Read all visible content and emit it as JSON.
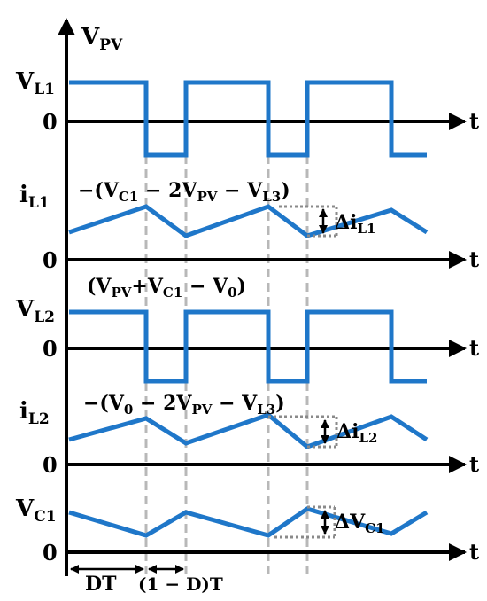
{
  "labels": {
    "vpv_main": "V",
    "vpv_sub": "PV",
    "t": "t",
    "zero": "0",
    "vl1_main": "V",
    "vl1_sub": "L1",
    "il1_main": "i",
    "il1_sub": "L1",
    "vl2_main": "V",
    "vl2_sub": "L2",
    "il2_main": "i",
    "il2_sub": "L2",
    "vc1_main": "V",
    "vc1_sub": "C1",
    "eq1_a": "−(V",
    "eq1_s1": "C1",
    "eq1_b": " − 2V",
    "eq1_s2": "PV",
    "eq1_c": " − V",
    "eq1_s3": "L3",
    "eq1_d": ")",
    "eq2_a": "(V",
    "eq2_s1": "PV",
    "eq2_b": "+V",
    "eq2_s2": "C1",
    "eq2_c": " − V",
    "eq2_s3": "0",
    "eq2_d": ")",
    "eq3_a": "−(V",
    "eq3_s1": "0",
    "eq3_b": " − 2V",
    "eq3_s2": "PV",
    "eq3_c": " − V",
    "eq3_s3": "L3",
    "eq3_d": ")",
    "d_il1_main": "Δi",
    "d_il1_sub": "L1",
    "d_il2_main": "Δi",
    "d_il2_sub": "L2",
    "d_vc1_main": "ΔV",
    "d_vc1_sub": "C1",
    "dt": "DT",
    "one_minus_d_t": "(1 − D)T"
  },
  "colors": {
    "wave": "#1f77c9",
    "axis": "#000000",
    "guide": "#b8b8b8"
  }
}
